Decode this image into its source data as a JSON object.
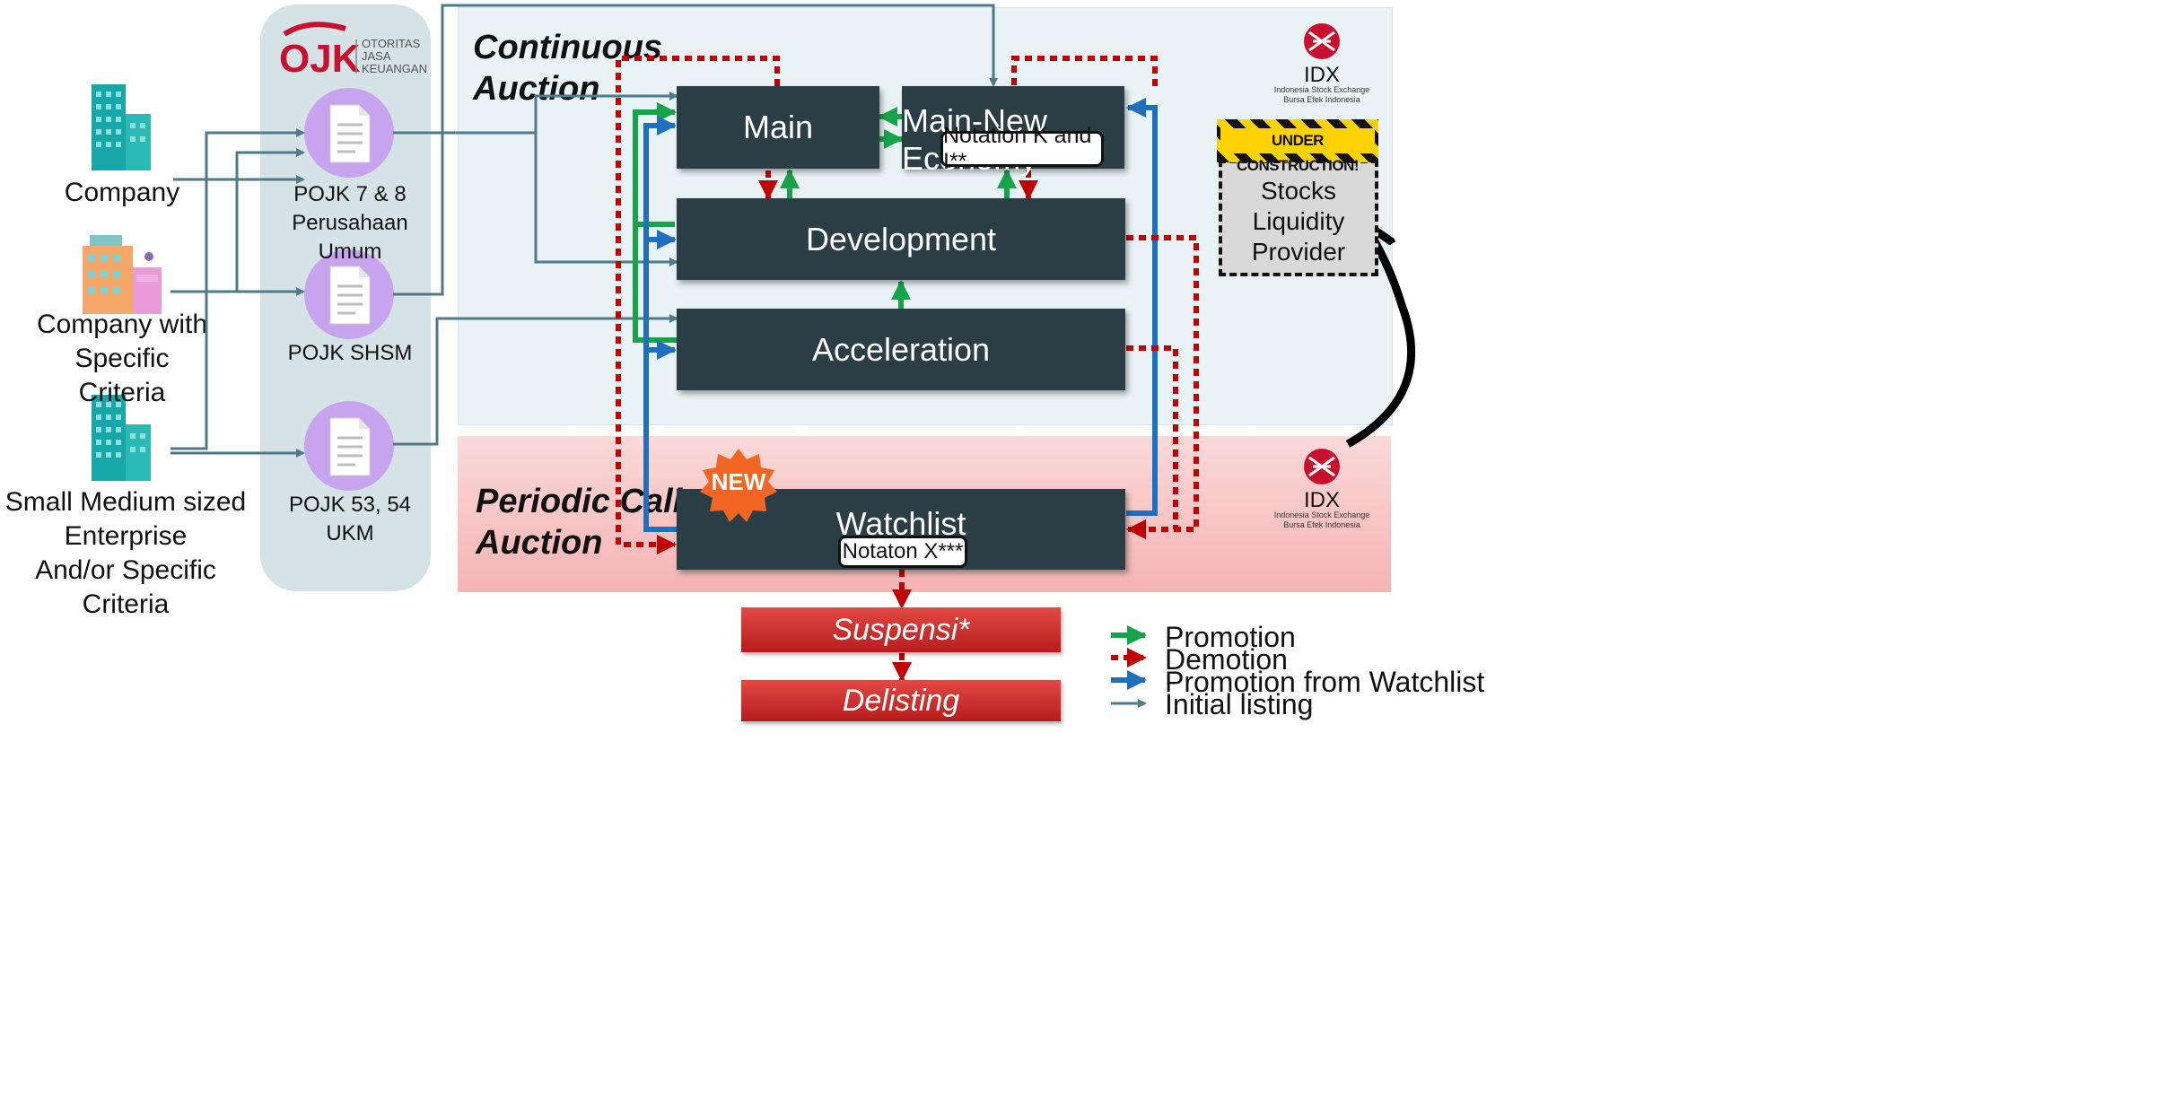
{
  "regulator": {
    "logo_letters": "OJK",
    "name_lines": [
      "OTORITAS",
      "JASA",
      "KEUANGAN"
    ]
  },
  "sources": [
    {
      "id": "company",
      "label_lines": [
        "Company"
      ]
    },
    {
      "id": "specific",
      "label_lines": [
        "Company with",
        "Specific Criteria"
      ]
    },
    {
      "id": "sme",
      "label_lines": [
        "Small Medium  sized Enterprise",
        "And/or Specific Criteria"
      ]
    }
  ],
  "regulations": [
    {
      "label_lines": [
        "POJK 7 & 8",
        "Perusahaan Umum"
      ]
    },
    {
      "label_lines": [
        "POJK SHSM"
      ]
    },
    {
      "label_lines": [
        "POJK 53, 54",
        "UKM"
      ]
    }
  ],
  "zones": {
    "continuous": {
      "title_lines": [
        "Continuous",
        "Auction"
      ]
    },
    "periodic": {
      "title_lines": [
        "Periodic Call",
        "Auction"
      ]
    }
  },
  "boards": {
    "main": "Main",
    "main_new_economy": "Main-New Economy",
    "notation_k": "Notation K and I**",
    "development": "Development",
    "acceleration": "Acceleration",
    "watchlist": "Watchlist",
    "notation_x": "Notaton X***",
    "new_badge": "NEW"
  },
  "exit_steps": {
    "suspensi": "Suspensi*",
    "delisting": "Delisting"
  },
  "idx": {
    "logo_text": "IDX",
    "sub1": "Indonesia Stock Exchange",
    "sub2": "Bursa  Efek  Indonesia"
  },
  "construction": {
    "banner": "UNDER CONSTRUCTION!",
    "label_lines": [
      "Stocks Liquidity",
      "Provider"
    ]
  },
  "legend": [
    {
      "label": "Promotion",
      "color": "#16a34a",
      "style": "solid-thick"
    },
    {
      "label": "Demotion",
      "color": "#c00000",
      "style": "dotted-thick"
    },
    {
      "label": "Promotion from Watchlist",
      "color": "#1f6fc0",
      "style": "solid-thick"
    },
    {
      "label": "Initial listing",
      "color": "#4f7a8a",
      "style": "thin"
    }
  ],
  "colors": {
    "board": "#2c3e45",
    "promotion": "#16a34a",
    "demotion": "#c00000",
    "watchlist_promotion": "#1f6fc0",
    "initial_listing": "#4f7a8a",
    "continuous_zone": "#e9f3f5",
    "periodic_zone": "#f8c4c4"
  }
}
